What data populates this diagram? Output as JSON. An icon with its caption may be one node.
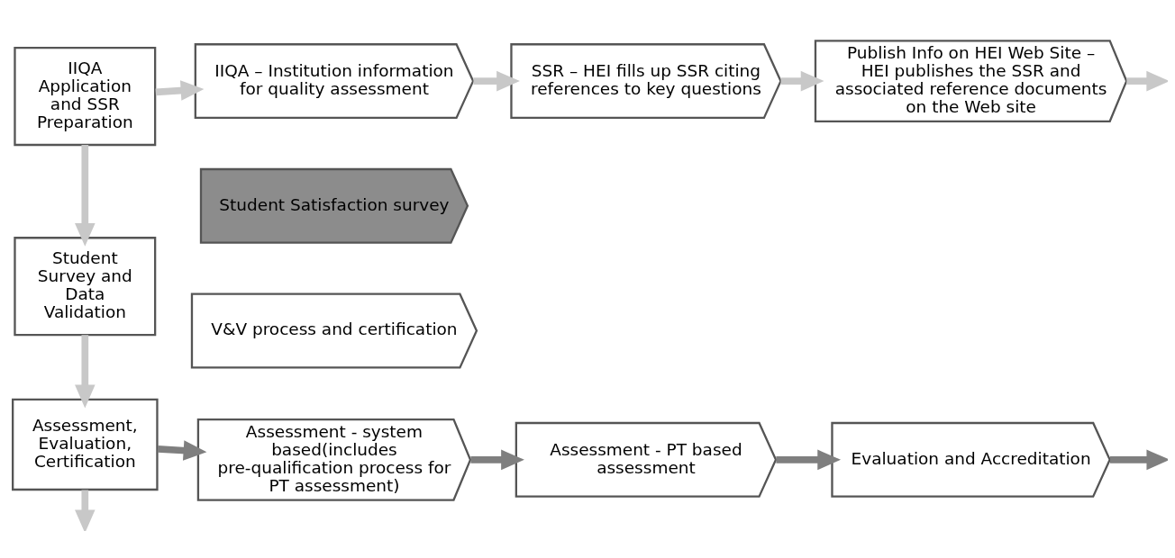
{
  "diagram": {
    "nodes": [
      {
        "text": [
          "IIQA Application and SSR Preparation"
        ]
      },
      {
        "text": [
          "IIQA – Institution information for quality assessment"
        ]
      },
      {
        "text": [
          "SSR – HEI fills up SSR citing references to key questions"
        ]
      },
      {
        "text": [
          "Publish Info on HEI Web Site – HEI publishes the SSR and associated reference documents on the Web site"
        ]
      },
      {
        "text": [
          "Student Survey and Data Validation"
        ]
      },
      {
        "text": [
          "Student Satisfaction survey"
        ]
      },
      {
        "text": [
          "V&V process and certification"
        ]
      },
      {
        "text": [
          "Assessment, Evaluation, Certification"
        ]
      },
      {
        "text": [
          "Assessment - system based(includes pre-qualification process for PT assessment)"
        ]
      },
      {
        "text": [
          "Assessment - PT based assessment"
        ]
      },
      {
        "text": [
          "Evaluation and Accreditation"
        ]
      }
    ],
    "edges": [
      {
        "from": 0,
        "to": 1,
        "arrow": "to"
      },
      {
        "from": 1,
        "to": 2,
        "arrow": "to"
      },
      {
        "from": 2,
        "to": 3,
        "arrow": "to"
      },
      {
        "from": 3,
        "to": null,
        "arrow": "to"
      },
      {
        "from": 0,
        "to": 4,
        "arrow": "to"
      },
      {
        "from": 4,
        "to": 7,
        "arrow": "to"
      },
      {
        "from": 7,
        "to": null,
        "arrow": "to"
      },
      {
        "from": 7,
        "to": 8,
        "arrow": "to",
        "color": "#7f7f7f"
      },
      {
        "from": 8,
        "to": 9,
        "arrow": "to",
        "color": "#7f7f7f"
      },
      {
        "from": 9,
        "to": 10,
        "arrow": "to",
        "color": "#7f7f7f"
      },
      {
        "from": 10,
        "to": null,
        "arrow": "to",
        "color": "#7f7f7f"
      }
    ]
  }
}
